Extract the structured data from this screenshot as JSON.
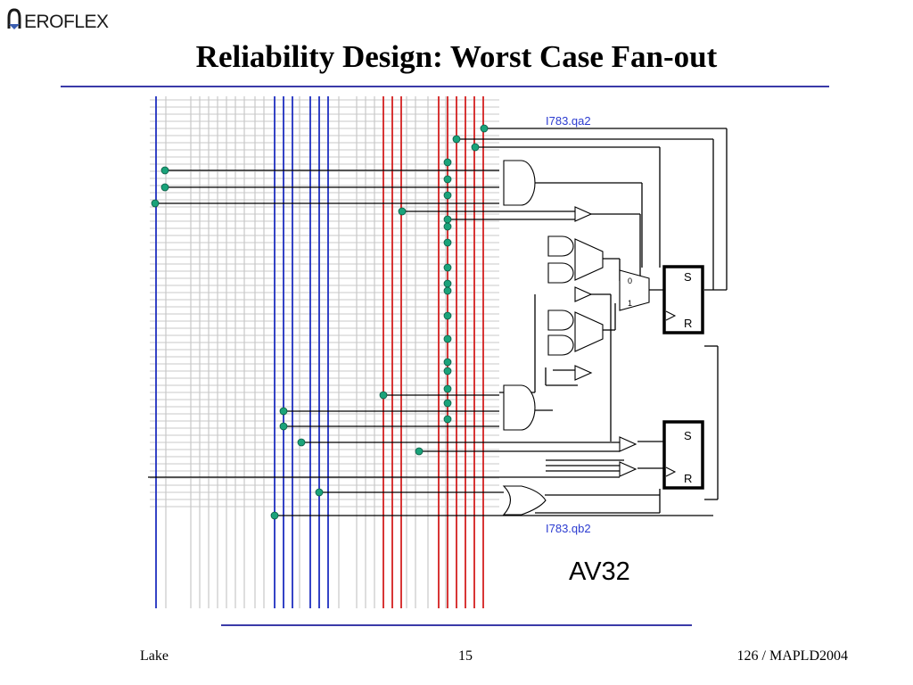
{
  "slide": {
    "brand": "EROFLEX",
    "title": "Reliability Design: Worst Case Fan-out"
  },
  "diagram": {
    "net_top": "I783.qa2",
    "net_bottom": "I783.qb2",
    "block_name": "AV32",
    "ff_set": "S",
    "ff_reset": "R",
    "mux_in0": "0",
    "mux_in1": "1"
  },
  "footer": {
    "author": "Lake",
    "page": "15",
    "ref": "126 / MAPLD2004"
  }
}
